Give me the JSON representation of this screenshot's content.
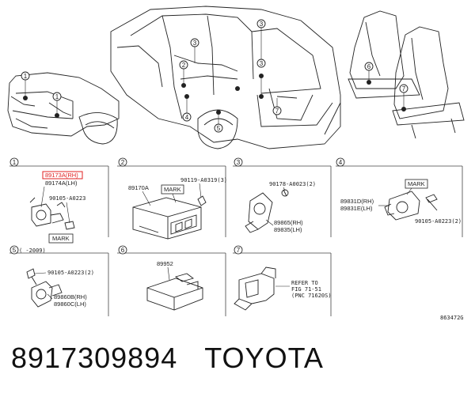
{
  "sections": [
    {
      "number": "1",
      "parts": [
        "89173A(RH)",
        "89174A(LH)"
      ],
      "fastener": "90105-A0223",
      "mark": "MARK"
    },
    {
      "number": "2",
      "parts": [
        "89170A"
      ],
      "fastener": "90119-A0319(3)",
      "mark": "MARK"
    },
    {
      "number": "3",
      "parts": [
        "89865(RH)",
        "89835(LH)"
      ],
      "fastener": "90178-A0023(2)"
    },
    {
      "number": "4",
      "parts": [
        "89831D(RH)",
        "89831E(LH)"
      ],
      "fastener": "90105-A0223(2)",
      "mark": "MARK"
    },
    {
      "number": "5",
      "note": "(    -2009)",
      "parts": [
        "89860B(RH)",
        "89860C(LH)"
      ],
      "fastener": "90105-A0223(2)"
    },
    {
      "number": "6",
      "parts": [
        "89952"
      ]
    },
    {
      "number": "7",
      "refer": [
        "REFER TO",
        "FIG 71-51",
        "(PNC 71620S)"
      ]
    }
  ],
  "callouts": [
    "1",
    "1",
    "3",
    "2",
    "3",
    "3",
    "4",
    "5",
    "6",
    "7",
    "7"
  ],
  "figure_code": "863472G",
  "footer": {
    "part_number": "8917309894",
    "brand": "TOYOTA"
  },
  "colors": {
    "line": "#222222",
    "highlight": "#e02020"
  }
}
